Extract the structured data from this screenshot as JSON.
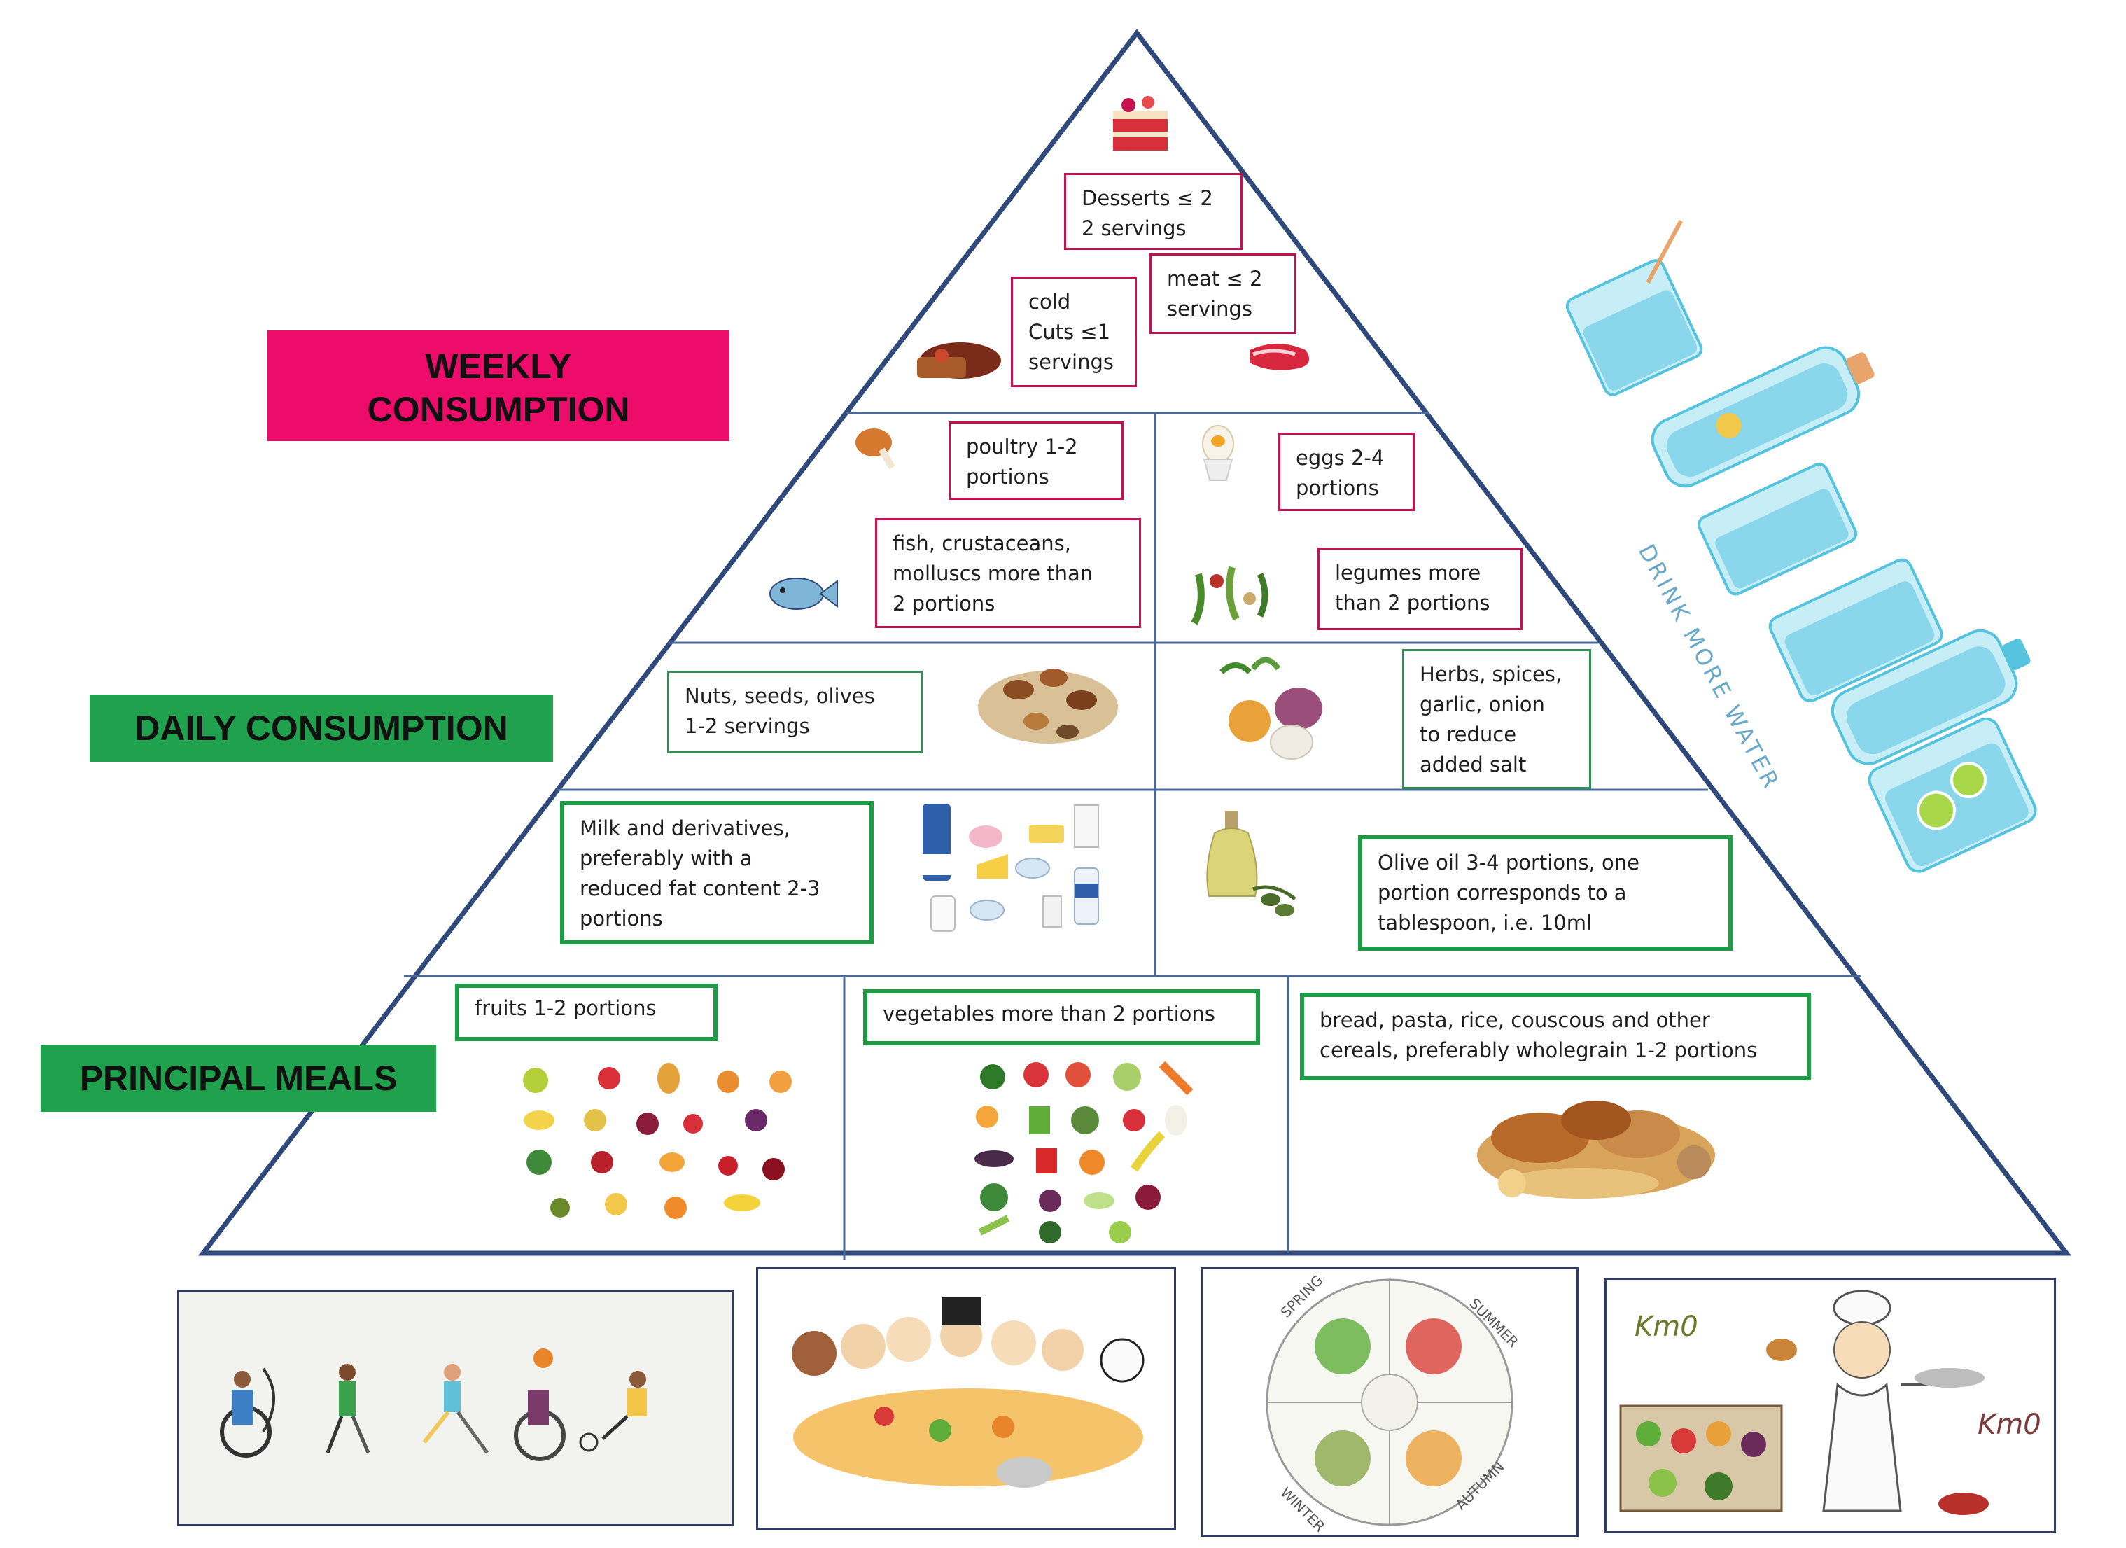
{
  "categories": {
    "weekly": "WEEKLY\nCONSUMPTION",
    "daily": "DAILY CONSUMPTION",
    "principal": "PRINCIPAL MEALS"
  },
  "tiers": {
    "top": {
      "desserts": "Desserts ≤ 2\n2 servings",
      "meat": "meat ≤ 2\nservings",
      "cold_cuts": "cold\nCuts ≤1\nservings"
    },
    "second": {
      "poultry": "poultry 1-2\nportions",
      "eggs": "eggs 2-4\nportions",
      "fish": "fish, crustaceans,\nmolluscs more than\n2 portions",
      "legumes": "legumes more\nthan 2 portions"
    },
    "third": {
      "nuts": "Nuts, seeds, olives\n1-2 servings",
      "herbs": "Herbs, spices,\ngarlic, onion\nto reduce\nadded salt"
    },
    "fourth": {
      "milk": "Milk and derivatives,\npreferably with a\nreduced fat content 2-3\nportions",
      "olive_oil": "Olive oil 3-4 portions, one\nportion corresponds to a\ntablespoon, i.e. 10ml"
    },
    "base": {
      "fruits": "fruits 1-2 portions",
      "vegetables": "vegetables more than 2 portions",
      "cereals": "bread, pasta, rice, couscous and other\ncereals, preferably wholegrain 1-2 portions"
    }
  },
  "water_text": "DRINK MORE WATER",
  "season_labels": [
    "SPRING",
    "SUMMER",
    "WINTER",
    "AUTUMN"
  ],
  "km0_label": "Km0",
  "colors": {
    "pyramid_line": "#2f4a7a",
    "weekly_bg": "#ee0c6b",
    "daily_bg": "#1fa14d",
    "red_border": "#c4124f",
    "green_border": "#1e9b45",
    "water": "#8ad6ea"
  }
}
